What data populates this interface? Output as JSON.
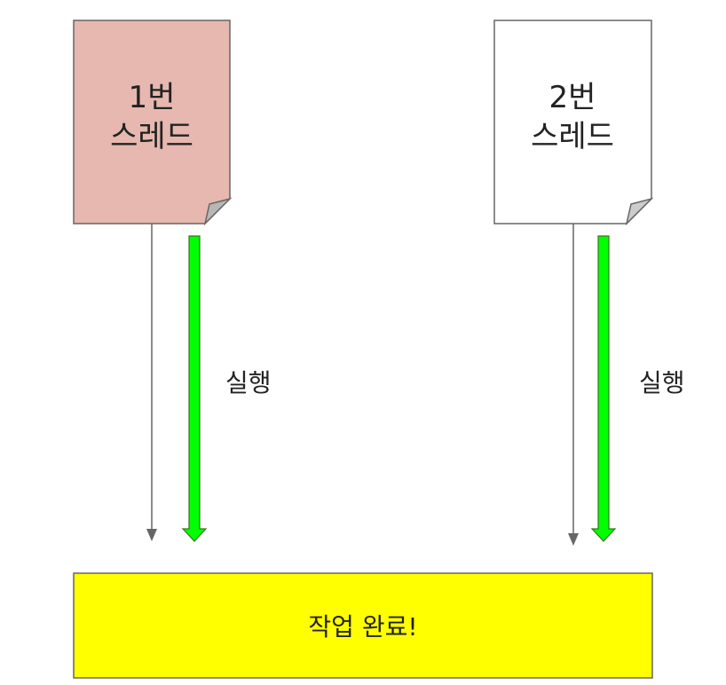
{
  "thread1": {
    "label_line1": "1번",
    "label_line2": "스레드",
    "fill": "#e6b8af",
    "exec_label": "실행"
  },
  "thread2": {
    "label_line1": "2번",
    "label_line2": "스레드",
    "fill": "#ffffff",
    "exec_label": "실행"
  },
  "completion": {
    "label": "작업 완료!",
    "fill": "#ffff00"
  },
  "colors": {
    "exec_arrow": "#00ff00",
    "outline": "#666666",
    "thin_arrow": "#666666"
  }
}
